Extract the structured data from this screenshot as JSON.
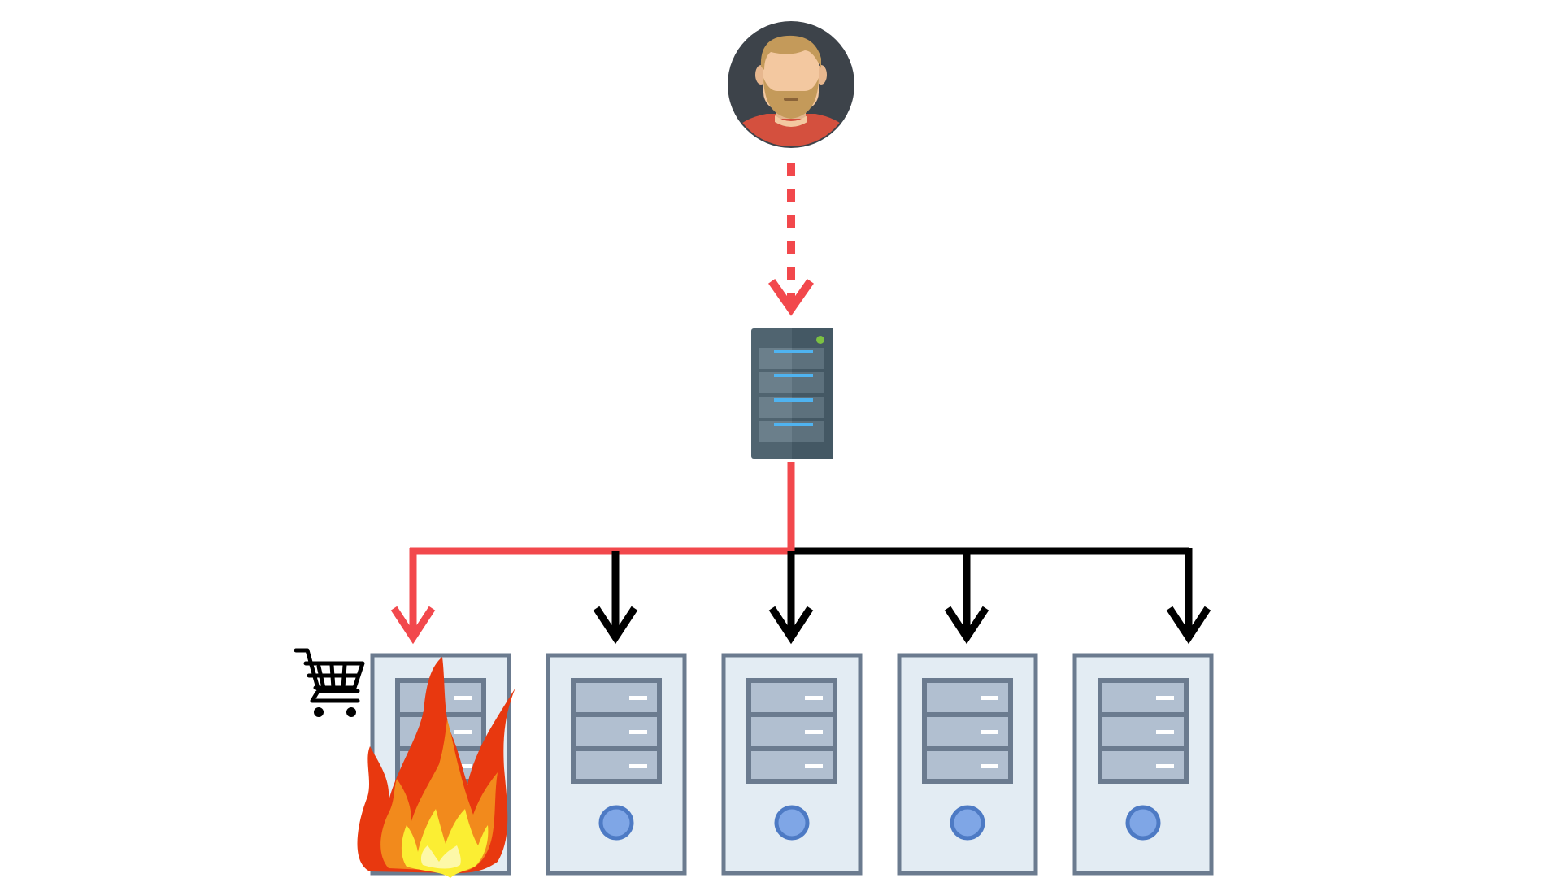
{
  "diagram": {
    "user": {
      "icon": "bearded-man-avatar-icon",
      "colors": {
        "background": "#3d434a",
        "shirt": "#d4503e",
        "skin": "#f3c8a0",
        "hair": "#c49a5a"
      }
    },
    "load_balancer": {
      "icon": "rack-server-icon",
      "colors": {
        "body": "#506470",
        "panel": "#6b7f8b",
        "light": "#4fb3f0",
        "status_led": "#7cc142"
      }
    },
    "active_path_color": "#f2484c",
    "inactive_path_color": "#000000",
    "servers": [
      {
        "icon": "tower-server-icon",
        "state": "overloaded",
        "overlay_icons": [
          "fire-icon",
          "shopping-cart-icon"
        ]
      },
      {
        "icon": "tower-server-icon",
        "state": "idle",
        "overlay_icons": []
      },
      {
        "icon": "tower-server-icon",
        "state": "idle",
        "overlay_icons": []
      },
      {
        "icon": "tower-server-icon",
        "state": "idle",
        "overlay_icons": []
      },
      {
        "icon": "tower-server-icon",
        "state": "idle",
        "overlay_icons": []
      }
    ],
    "server_colors": {
      "body": "#e3ecf3",
      "border": "#6b7b8f",
      "drive": "#b1bfd0",
      "button": "#7fa6e6"
    }
  }
}
